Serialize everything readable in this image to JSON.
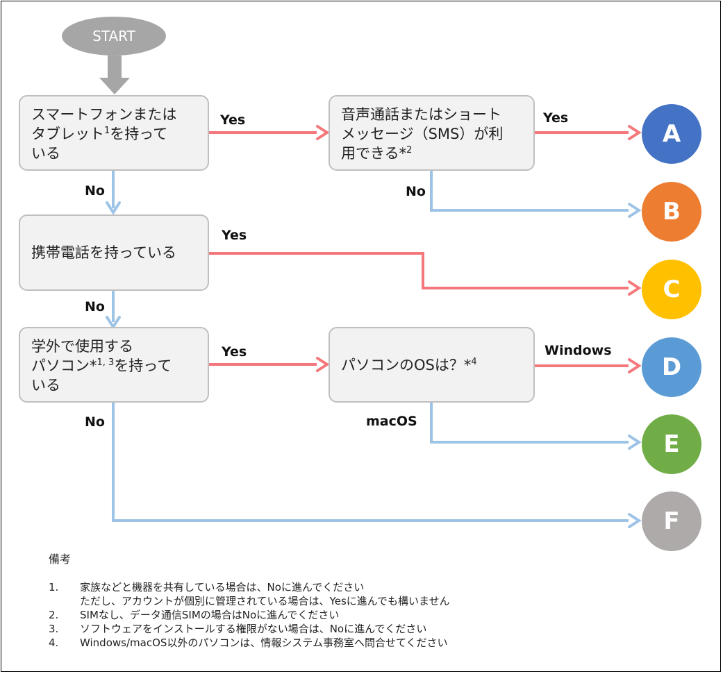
{
  "start_label": "START",
  "boxes": {
    "smartphone": "スマートフォンまたは\nタブレット{1}を持って\nいる",
    "voice_sms": "音声通話またはショート\nメッセージ（SMS）が利\n用できる*{2}",
    "mobile": "携帯電話を持っている",
    "pc": "学外で使用する\nパソコン*{1, 3}を持って\nいる",
    "os": "パソコンのOSは？*{4}"
  },
  "edge_labels": {
    "yes_1": "Yes",
    "yes_2": "Yes",
    "no_1": "No",
    "no_2": "No",
    "yes_3": "Yes",
    "no_3": "No",
    "yes_4": "Yes",
    "no_4": "No",
    "windows": "Windows",
    "macos": "macOS"
  },
  "results": [
    {
      "label": "A",
      "color": "#4472c4"
    },
    {
      "label": "B",
      "color": "#ed7d31"
    },
    {
      "label": "C",
      "color": "#ffc000"
    },
    {
      "label": "D",
      "color": "#5b9bd5"
    },
    {
      "label": "E",
      "color": "#70ad47"
    },
    {
      "label": "F",
      "color": "#aeaaaa"
    }
  ],
  "colors": {
    "yes_arrow": "#f4777c",
    "no_arrow": "#9dc3e6",
    "start_arrow": "#a6a6a6",
    "box_fill": "#f2f2f2",
    "box_border": "#bfbfbf"
  },
  "notes": {
    "title": "備考",
    "items": [
      {
        "num": "1.",
        "text": "家族などと機器を共有している場合は、Noに進んでください\nただし、アカウントが個別に管理されている場合は、Yesに進んでも構いません"
      },
      {
        "num": "2.",
        "text": "SIMなし、データ通信SIMの場合はNoに進んでください"
      },
      {
        "num": "3.",
        "text": "ソフトウェアをインストールする権限がない場合は、Noに進んでください"
      },
      {
        "num": "4.",
        "text": "Windows/macOS以外のパソコンは、情報システム事務室へ問合せてください"
      }
    ]
  }
}
